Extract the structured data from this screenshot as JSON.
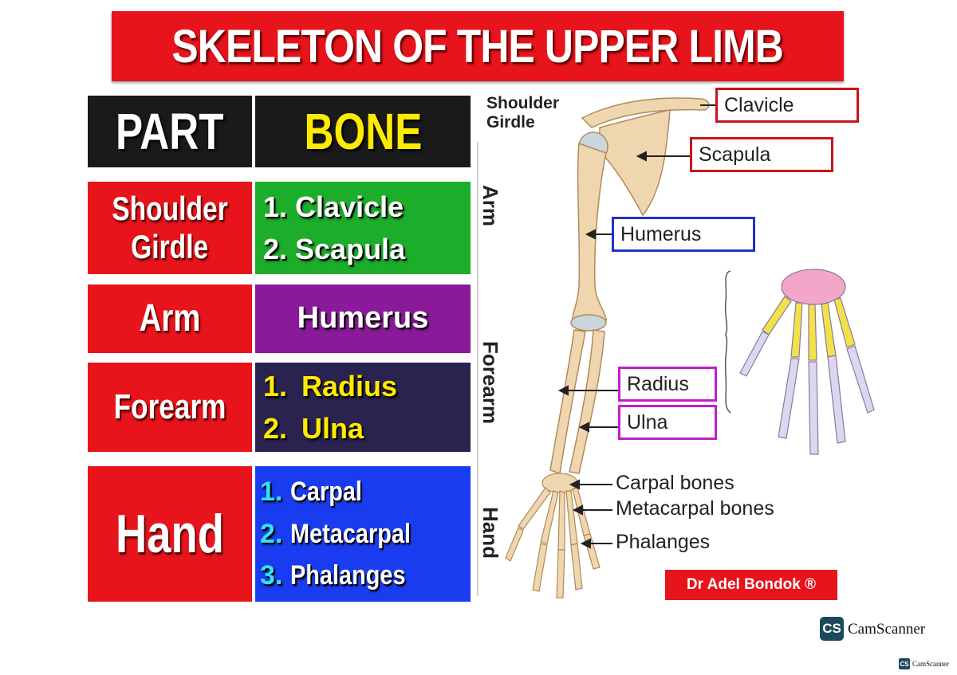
{
  "title": "SKELETON OF THE UPPER LIMB",
  "table": {
    "header_part": "PART",
    "header_bone": "BONE",
    "rows": [
      {
        "part": [
          "Shoulder",
          "Girdle"
        ],
        "bones": [
          "1. Clavicle",
          "2. Scapula"
        ]
      },
      {
        "part": [
          "Arm"
        ],
        "bones": [
          "Humerus"
        ]
      },
      {
        "part": [
          "Forearm"
        ],
        "bones": [
          "1.",
          "Radius",
          "2.",
          "Ulna"
        ]
      },
      {
        "part": [
          "Hand"
        ],
        "bones": [
          "1.",
          "Carpal",
          "2.",
          "Metacarpal",
          "3.",
          "Phalanges"
        ]
      }
    ]
  },
  "diagram": {
    "region_shoulder": [
      "Shoulder",
      "Girdle"
    ],
    "side_arm": "Arm",
    "side_forearm": "Forearm",
    "side_hand": "Hand",
    "boxed_labels": [
      "Clavicle",
      "Scapula",
      "Humerus",
      "Radius",
      "Ulna"
    ],
    "plain_labels": [
      "Carpal bones",
      "Metacarpal bones",
      "Phalanges"
    ]
  },
  "credit": "Dr Adel Bondok ®",
  "watermark": {
    "logo": "CS",
    "text": "CamScanner"
  },
  "colors": {
    "red": "#e8141b",
    "black": "#1a1a1a",
    "green": "#1cae2a",
    "purple": "#8b1a9b",
    "navy": "#2a2350",
    "blue": "#1a3cf0",
    "yellow": "#ffeb00",
    "cyan": "#33e0ff",
    "box_red": "#c8141b",
    "box_blue": "#2230c8",
    "box_magenta": "#c020c8"
  }
}
